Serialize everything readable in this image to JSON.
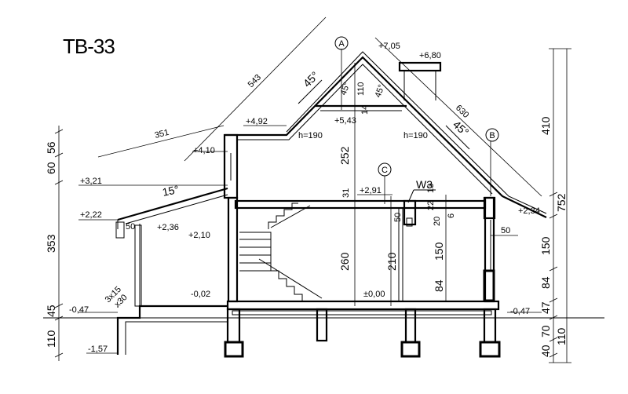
{
  "title": "TB-33",
  "axis_labels": [
    "A",
    "B",
    "C"
  ],
  "elevations": [
    "+7,05",
    "+6,80",
    "+5,43",
    "+4,92",
    "+4,10",
    "+3,21",
    "+2,91",
    "+2,36",
    "+2,34",
    "+2,22",
    "+2,10",
    "-0,02",
    "±0,00",
    "-0,47",
    "-0,47",
    "-1,57"
  ],
  "dimensions": [
    "543",
    "351",
    "630",
    "110",
    "14",
    "252",
    "31",
    "50",
    "22",
    "13",
    "20",
    "6",
    "150",
    "260",
    "210",
    "84",
    "50",
    "50",
    "410",
    "752",
    "150",
    "84",
    "47",
    "70",
    "40",
    "110",
    "60",
    "56",
    "353",
    "45",
    "110"
  ],
  "angles": [
    "45°",
    "45°",
    "45°",
    "45°",
    "15°"
  ],
  "heights": [
    "h=190",
    "h=190"
  ],
  "window_tag": "W3",
  "notes": [
    "3x15",
    "x30"
  ]
}
